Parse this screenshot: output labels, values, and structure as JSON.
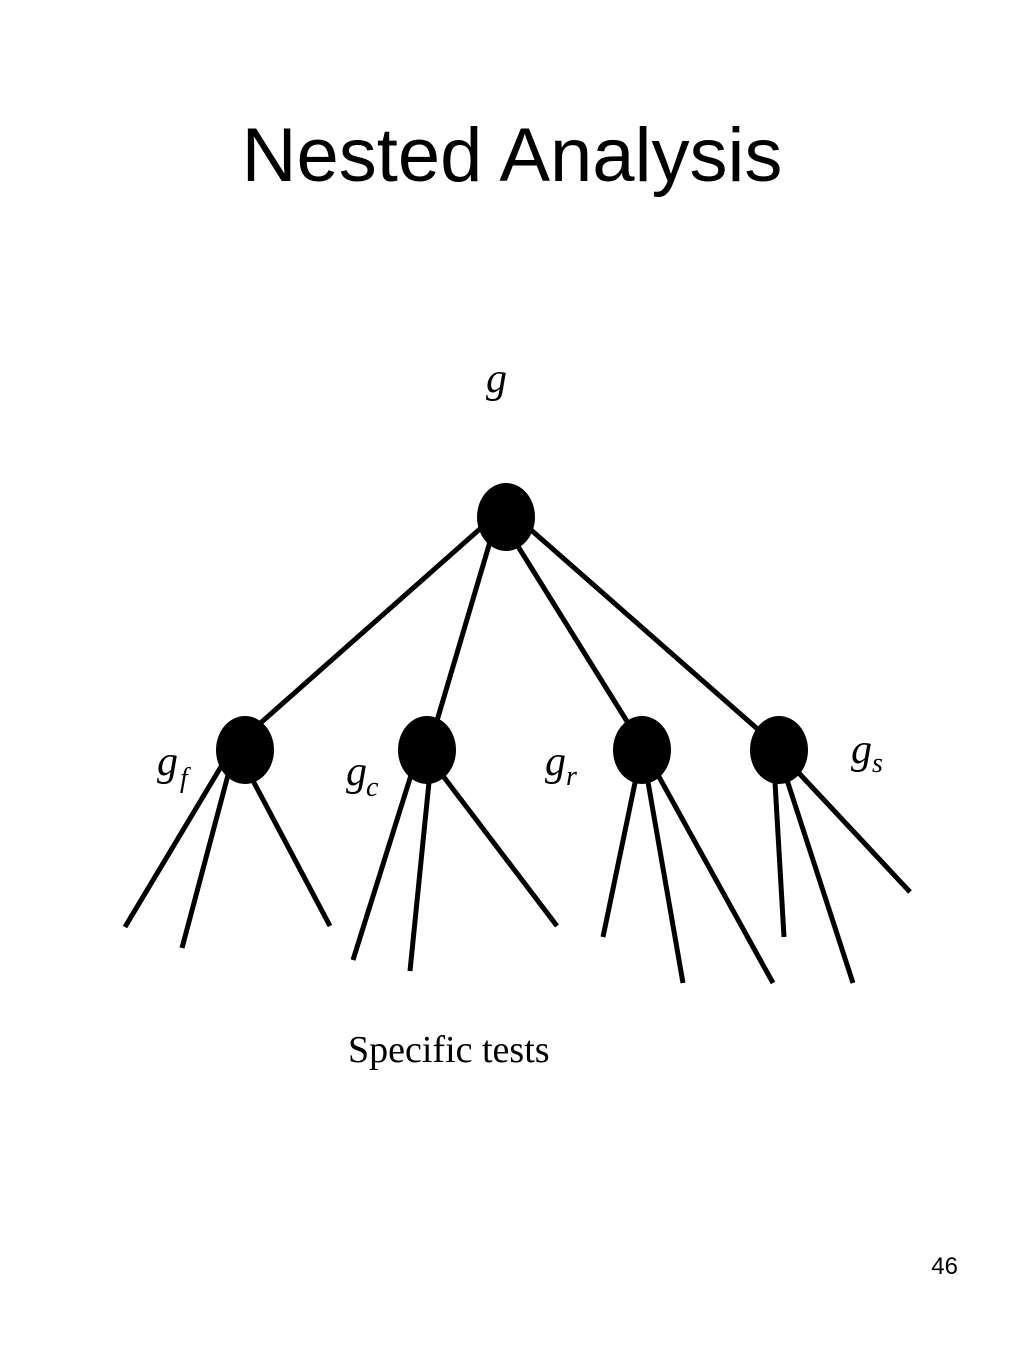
{
  "slide": {
    "title": "Nested Analysis",
    "page_number": "46"
  },
  "diagram": {
    "root": {
      "base": "g",
      "sub": ""
    },
    "children": [
      {
        "base": "g",
        "sub": "f"
      },
      {
        "base": "g",
        "sub": "c"
      },
      {
        "base": "g",
        "sub": "r"
      },
      {
        "base": "g",
        "sub": "s"
      }
    ],
    "caption": "Specific tests",
    "colors": {
      "ink": "#000000",
      "background": "#ffffff"
    }
  }
}
